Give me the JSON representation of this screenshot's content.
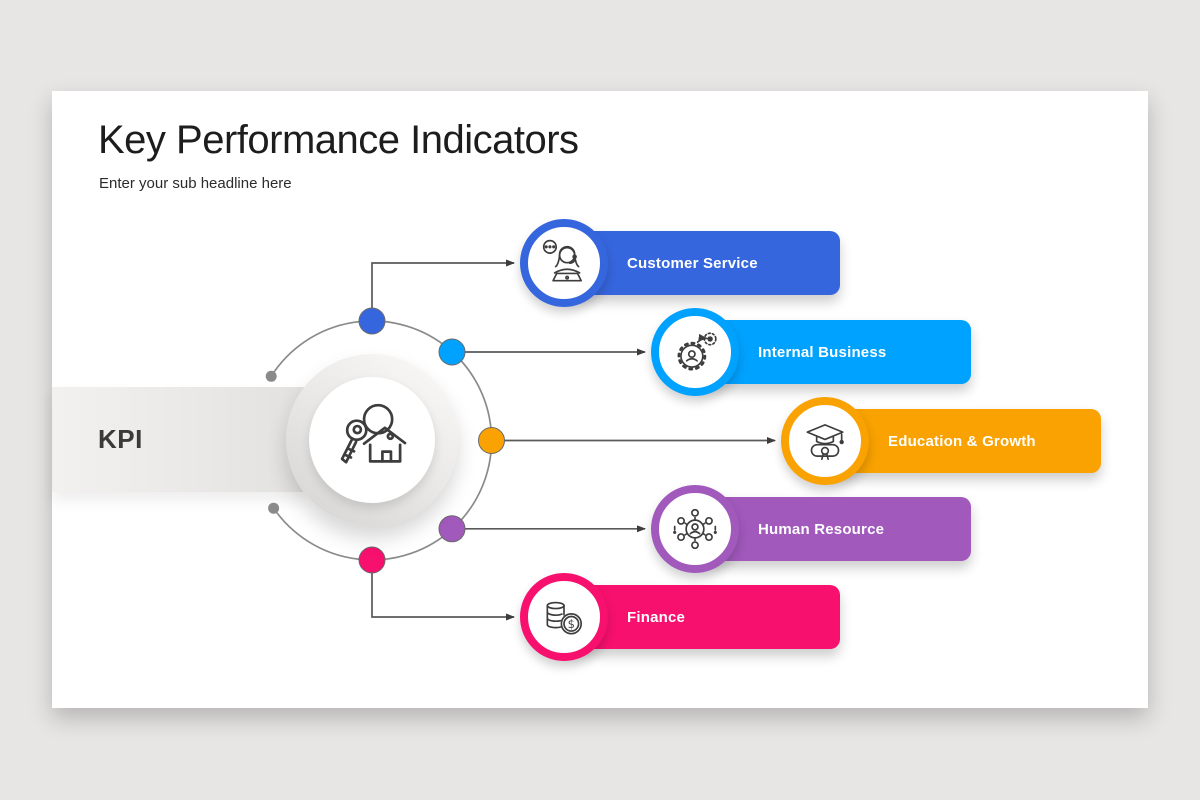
{
  "page": {
    "background_color": "#e8e6e5",
    "slide_background_color": "#ffffff"
  },
  "header": {
    "title": "Key Performance Indicators",
    "subtitle": "Enter your sub headline here"
  },
  "hub": {
    "label": "KPI",
    "icon": "house-keys-icon"
  },
  "connector": {
    "line_color": "#5a5a5a",
    "arc_color": "#8a8a8a",
    "arrow_color": "#3d3d3d"
  },
  "items": [
    {
      "label": "Customer Service",
      "color": "#3666DD",
      "icon": "customer-support-icon"
    },
    {
      "label": "Internal Business",
      "color": "#00A2FF",
      "icon": "gear-process-icon"
    },
    {
      "label": "Education & Growth",
      "color": "#F9A201",
      "icon": "graduation-icon"
    },
    {
      "label": "Human Resource",
      "color": "#A159BC",
      "icon": "people-network-icon"
    },
    {
      "label": "Finance",
      "color": "#F8106E",
      "icon": "coins-icon"
    }
  ]
}
